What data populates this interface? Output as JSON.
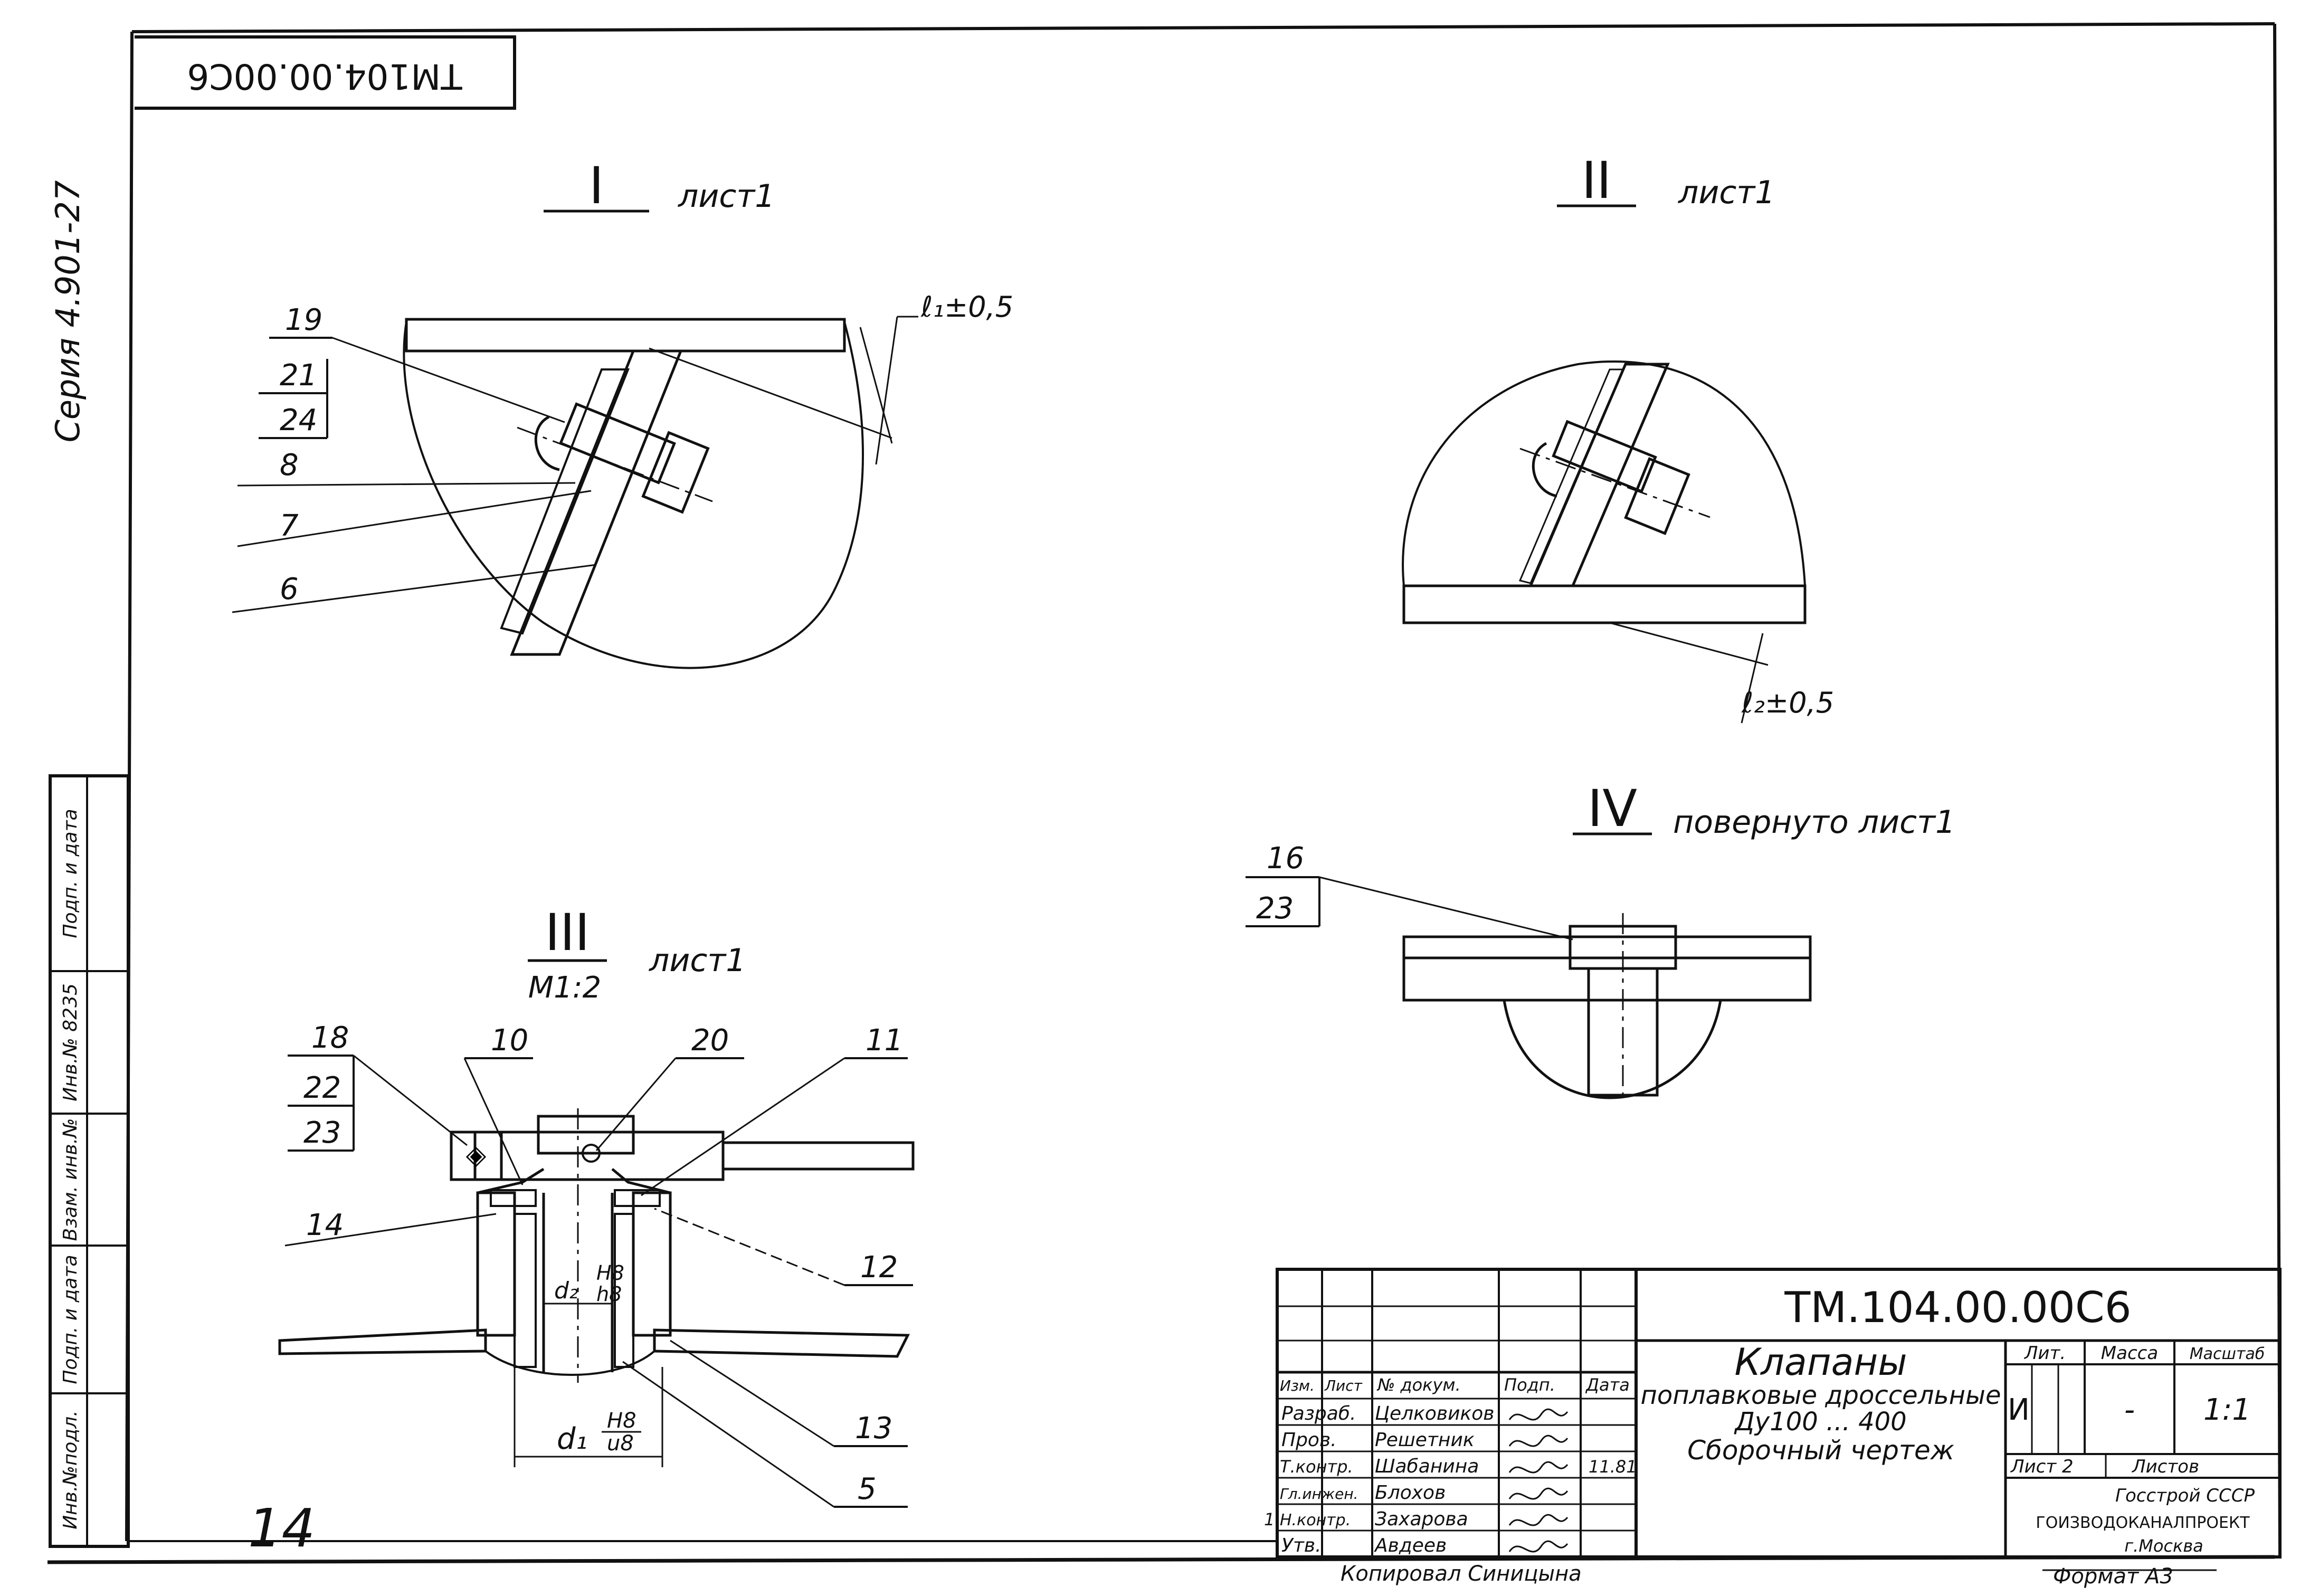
{
  "document": {
    "stamp_rotated": "ТМ104.00.00С6",
    "series": "Серия 4.901-27",
    "page_mark": "14"
  },
  "views": {
    "view1": {
      "numeral": "I",
      "note": "лист1"
    },
    "view2": {
      "numeral": "II",
      "note": "лист1"
    },
    "view3": {
      "numeral": "III",
      "note": "лист1",
      "scale": "М1:2"
    },
    "view4": {
      "numeral": "IV",
      "note": "повернуто лист1"
    }
  },
  "dimensions": {
    "l1": "ℓ₁±0,5",
    "l2": "ℓ₂±0,5",
    "d2_label": "d₂",
    "d2_fit_top": "H8",
    "d2_fit_bottom": "h8",
    "d1_label": "d₁",
    "d1_fit_top": "H8",
    "d1_fit_bottom": "u8"
  },
  "callouts": {
    "view1": [
      "19",
      "21",
      "24",
      "8",
      "7",
      "6"
    ],
    "view3_left": [
      "18",
      "22",
      "23",
      "14"
    ],
    "view3_top": [
      "10",
      "20",
      "11"
    ],
    "view3_right": [
      "12",
      "13",
      "5"
    ],
    "view4": [
      "16",
      "23"
    ]
  },
  "left_strip": {
    "cells": [
      "Инв.№подл.",
      "Подп. и дата",
      "Взам. инв.№",
      "Инв.№ 8235",
      "Подп. и дата"
    ]
  },
  "title_block": {
    "designation": "ТМ.104.00.00С6",
    "title_main": "Клапаны",
    "title_line2": "поплавковые дроссельные",
    "title_line3": "Ду100 ... 400",
    "title_line4": "Сборочный чертеж",
    "header": {
      "izm": "Изм.",
      "list": "Лист",
      "doc": "№ докум.",
      "podp": "Подп.",
      "data": "Дата"
    },
    "roles": [
      {
        "role": "Разраб.",
        "name": "Целковиков"
      },
      {
        "role": "Пров.",
        "name": "Решетник"
      },
      {
        "role": "Т.контр.",
        "name": "Шабанина"
      },
      {
        "role": "Гл.инжен.",
        "name": "Блохов"
      },
      {
        "role": "Н.контр.",
        "name": "Захарова"
      },
      {
        "role": "Утв.",
        "name": "Авдеев"
      }
    ],
    "date_mark": "11.81",
    "row_mark": "1",
    "lit_header": "Лит.",
    "mass_header": "Масса",
    "scale_header": "Масштаб",
    "lit_value": "И",
    "mass_value": "-",
    "scale_value": "1:1",
    "sheet_label": "Лист 2",
    "sheets_label": "Листов",
    "org_line1": "Госстрой СССР",
    "org_line2": "ГОИЗВОДОКАНАЛПРОЕКТ",
    "org_line3": "г.Москва"
  },
  "footer": {
    "copied": "Копировал  Синицына",
    "format": "Формат А3"
  }
}
